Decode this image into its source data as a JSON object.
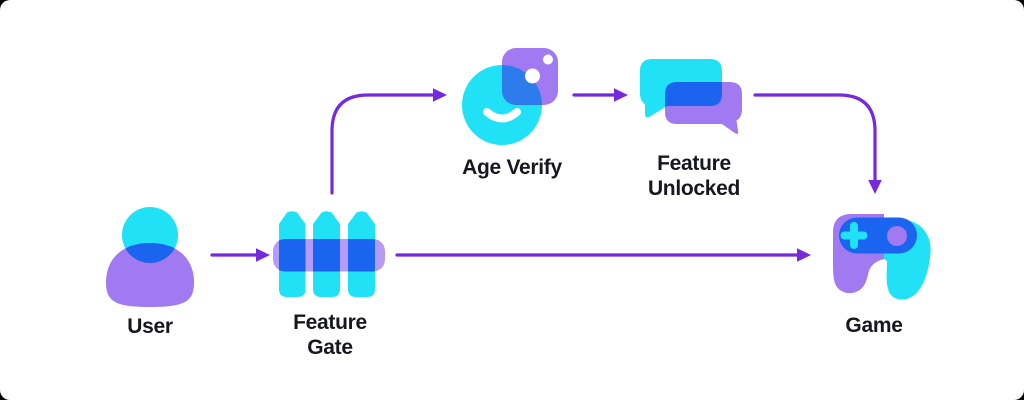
{
  "colors": {
    "cyan": "#20E1F6",
    "purple": "#A17AF2",
    "band-purple": "#B49CF6",
    "overlap-blue": "#1A64F0",
    "dice-blue": "#2E7CEB",
    "arrow": "#7629DD",
    "text": "#17171F",
    "white": "#FFFFFF",
    "canvas-bg": "#FFFFFF",
    "outer-bg": "#000000"
  },
  "diagram": {
    "nodes": [
      {
        "id": "user",
        "label": "User",
        "icon": "person-icon"
      },
      {
        "id": "feature-gate",
        "label": "Feature\nGate",
        "icon": "fence-gate-icon"
      },
      {
        "id": "age-verify",
        "label": "Age Verify",
        "icon": "face-dice-icon"
      },
      {
        "id": "feature-unlocked",
        "label": "Feature\nUnlocked",
        "icon": "chat-bubbles-icon"
      },
      {
        "id": "game",
        "label": "Game",
        "icon": "gamepad-icon"
      }
    ],
    "edges": [
      {
        "from": "user",
        "to": "feature-gate"
      },
      {
        "from": "feature-gate",
        "to": "age-verify"
      },
      {
        "from": "age-verify",
        "to": "feature-unlocked"
      },
      {
        "from": "feature-unlocked",
        "to": "game"
      },
      {
        "from": "feature-gate",
        "to": "game"
      }
    ]
  }
}
